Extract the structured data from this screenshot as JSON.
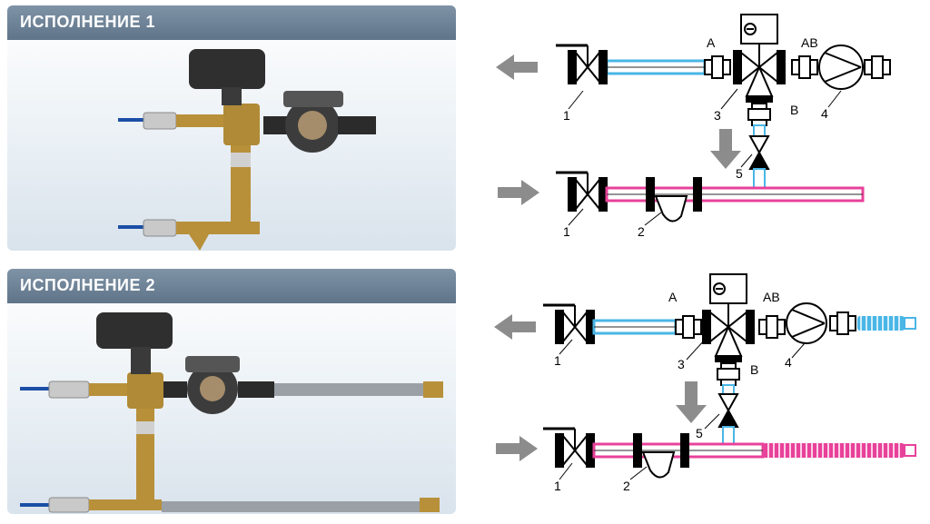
{
  "panels": [
    {
      "title": "ИСПОЛНЕНИЕ 1"
    },
    {
      "title": "ИСПОЛНЕНИЕ 2"
    }
  ],
  "diagram_labels": {
    "port_a": "A",
    "port_ab": "AB",
    "port_b": "B",
    "n1": "1",
    "n2": "2",
    "n3": "3",
    "n4": "4",
    "n5": "5"
  },
  "colors": {
    "supply": "#49b6e6",
    "return": "#e8419a",
    "header": "#6b8094",
    "arrow": "#8c8c8c"
  }
}
